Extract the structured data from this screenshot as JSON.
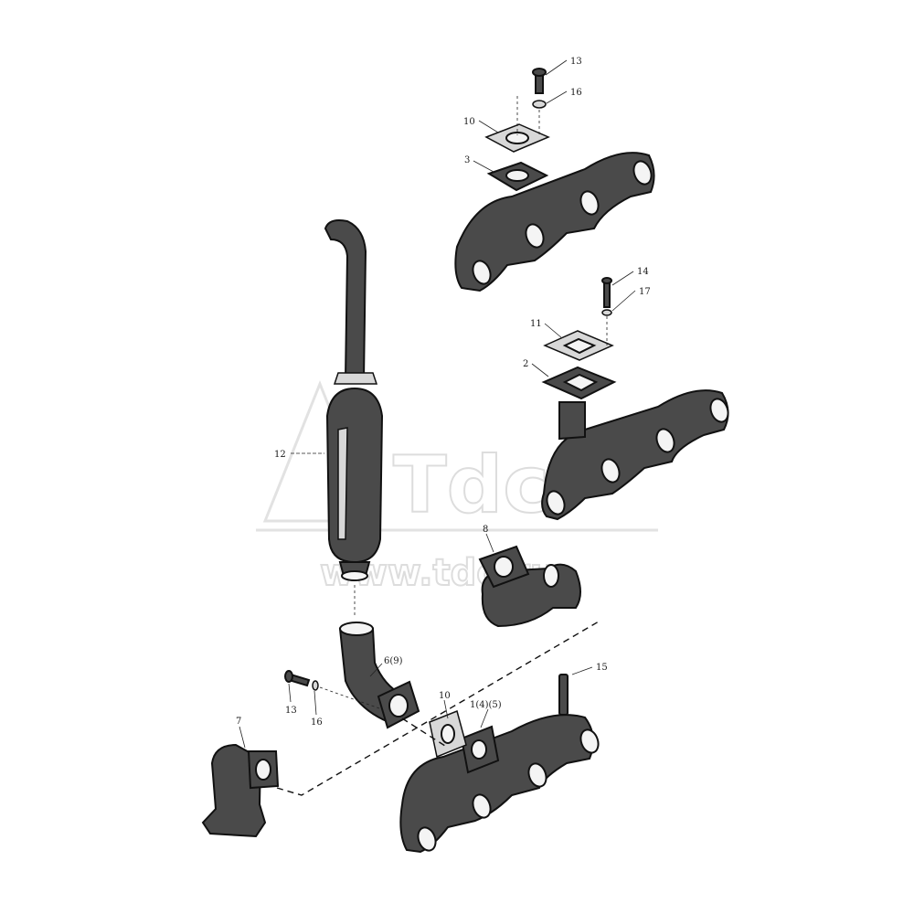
{
  "labels": {
    "l13a": "13",
    "l16a": "16",
    "l10a": "10",
    "l3": "3",
    "l14": "14",
    "l17": "17",
    "l11": "11",
    "l2": "2",
    "l12": "12",
    "l8": "8",
    "l6_9": "6(9)",
    "l15": "15",
    "l13b": "13",
    "l16b": "16",
    "l10b": "10",
    "l1_4_5": "1(4)(5)",
    "l7": "7"
  },
  "watermark": {
    "logo": "Tdc",
    "url": "www.tdc.ru"
  },
  "colors": {
    "casting": "#4a4a4a",
    "gasket": "#d8d8d8",
    "line": "#111111"
  }
}
